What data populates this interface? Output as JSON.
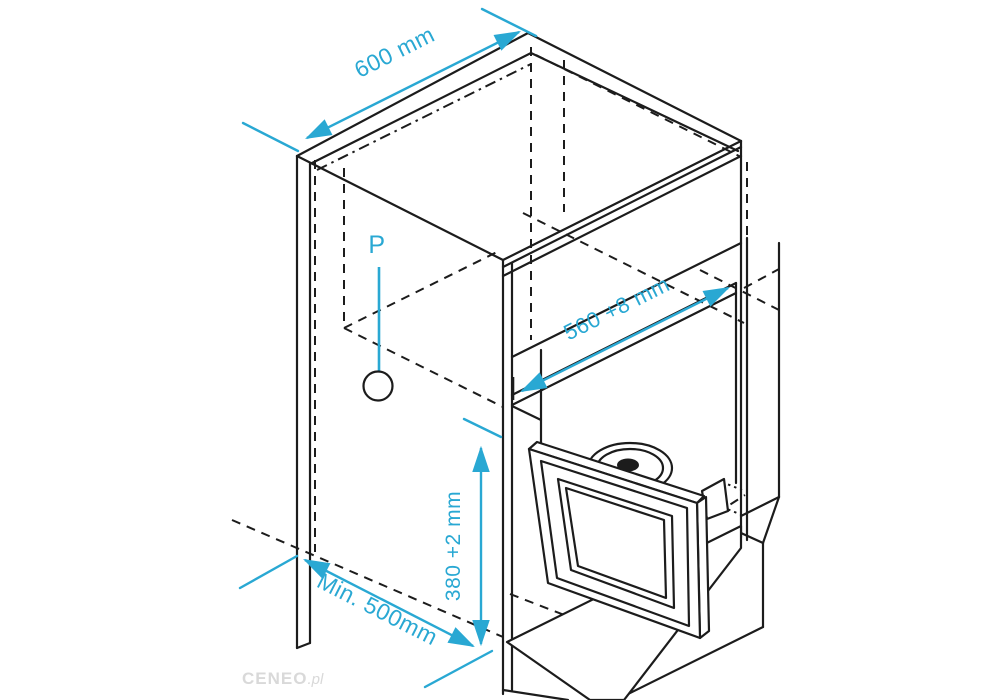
{
  "figure": {
    "title": "Built-in microwave oven niche installation dimensions diagram"
  },
  "dimensions": {
    "cabinet_width": "600 mm",
    "niche_width": "560 +8 mm",
    "niche_height": "380 +2 mm",
    "cabinet_depth": "Min. 500mm"
  },
  "markers": {
    "power_outlet": "P"
  },
  "watermark": {
    "brand": "CENEO",
    "suffix": ".pl"
  },
  "colors": {
    "dimension_accent": "#29a8d3",
    "line": "#1c1c1c",
    "watermark": "#d9d9d9",
    "background": "#ffffff"
  }
}
